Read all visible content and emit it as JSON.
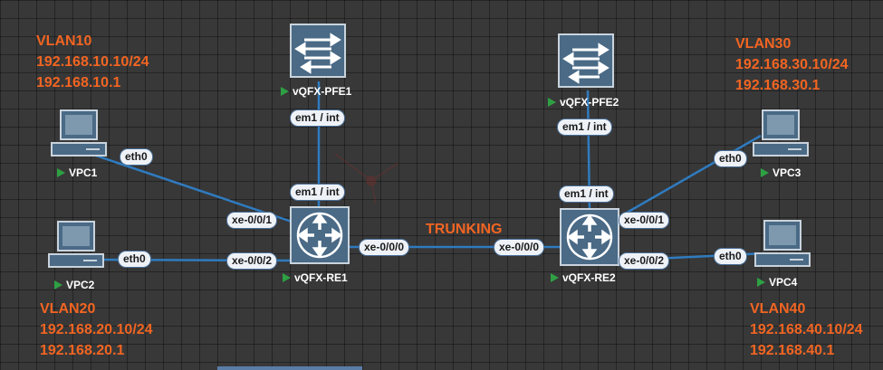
{
  "vlans": {
    "vlan10": {
      "name": "VLAN10",
      "ip": "192.168.10.10/24",
      "gw": "192.168.10.1"
    },
    "vlan20": {
      "name": "VLAN20",
      "ip": "192.168.20.10/24",
      "gw": "192.168.20.1"
    },
    "vlan30": {
      "name": "VLAN30",
      "ip": "192.168.30.10/24",
      "gw": "192.168.30.1"
    },
    "vlan40": {
      "name": "VLAN40",
      "ip": "192.168.40.10/24",
      "gw": "192.168.40.1"
    }
  },
  "nodes": {
    "pfe1": "vQFX-PFE1",
    "pfe2": "vQFX-PFE2",
    "re1": "vQFX-RE1",
    "re2": "vQFX-RE2",
    "vpc1": "VPC1",
    "vpc2": "VPC2",
    "vpc3": "VPC3",
    "vpc4": "VPC4"
  },
  "interfaces": {
    "pfe1_em1": "em1 / int",
    "re1_em1": "em1 / int",
    "pfe2_em1": "em1 / int",
    "re2_em1": "em1 / int",
    "re1_xe1": "xe-0/0/1",
    "re1_xe2": "xe-0/0/2",
    "re1_xe0": "xe-0/0/0",
    "re2_xe0": "xe-0/0/0",
    "re2_xe1": "xe-0/0/1",
    "re2_xe2": "xe-0/0/2",
    "vpc1_eth0": "eth0",
    "vpc2_eth0": "eth0",
    "vpc3_eth0": "eth0",
    "vpc4_eth0": "eth0"
  },
  "trunk_label": "TRUNKING",
  "colors": {
    "link": "#2f7bbf",
    "accent": "#f26522",
    "status": "#2ea043"
  }
}
